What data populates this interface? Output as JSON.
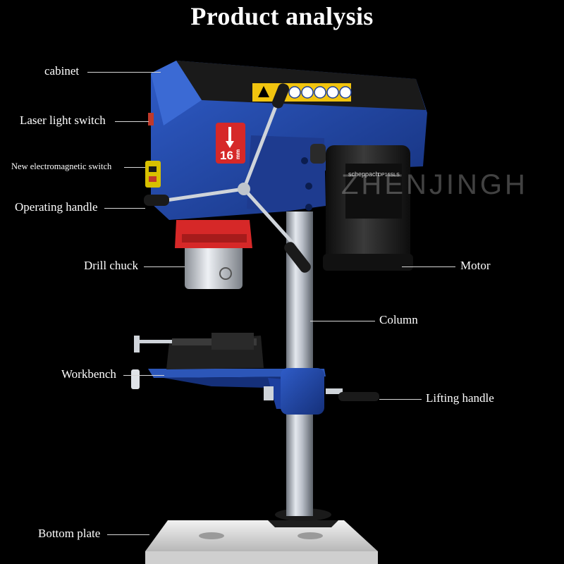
{
  "title": "Product analysis",
  "watermark": "ZHENJINGH",
  "badge": {
    "size": "16",
    "unit": "mm"
  },
  "motor_brand": "scheppach",
  "motor_model": "DP16SLS",
  "labels": {
    "cabinet": "cabinet",
    "laser_light_switch": "Laser light switch",
    "electromagnetic_switch": "New electromagnetic switch",
    "operating_handle": "Operating handle",
    "drill_chuck": "Drill chuck",
    "motor": "Motor",
    "column": "Column",
    "workbench": "Workbench",
    "lifting_handle": "Lifting handle",
    "bottom_plate": "Bottom plate"
  },
  "colors": {
    "background": "#000000",
    "body_blue": "#1b3f9c",
    "body_blue_light": "#2f5cc8",
    "chuck_red": "#d62828",
    "motor_black": "#1a1a1a",
    "column_steel": "#b9bfc8",
    "base_white": "#e6e6e6",
    "leader_line": "#d8d8d8"
  }
}
